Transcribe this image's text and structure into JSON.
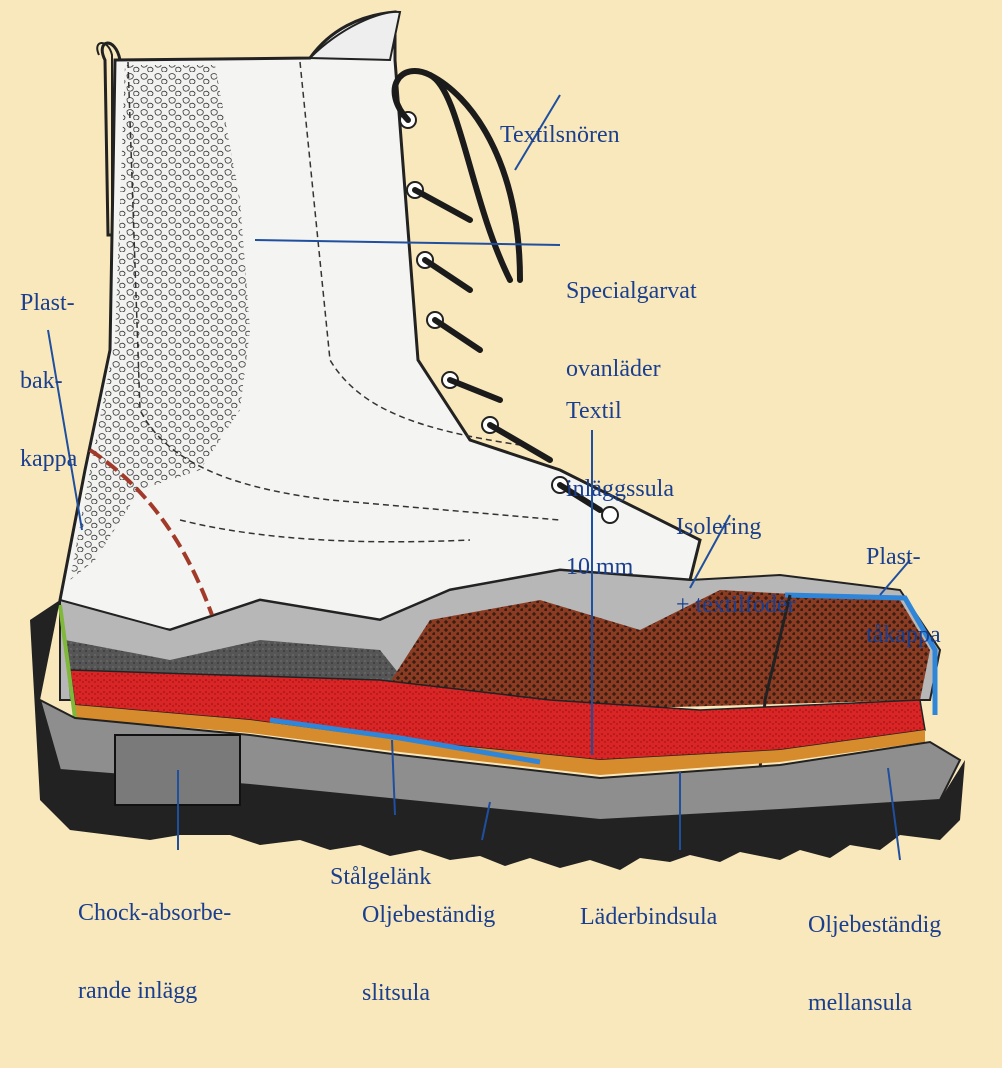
{
  "labels": {
    "textilsnoren": [
      "Textilsnören"
    ],
    "ovanlader": [
      "Specialgarvat",
      "ovanläder"
    ],
    "bakkappa": [
      "Plast-",
      "bak-",
      "kappa"
    ],
    "inlaggssula": [
      "Textil",
      "inläggssula",
      "10 mm"
    ],
    "isolering": [
      "Isolering",
      "+ textilfoder"
    ],
    "takappa": [
      "Plast-",
      "tåkappa"
    ],
    "stalgelank": [
      "Stålgelänk"
    ],
    "chock": [
      "Chock-absorbe-",
      "rande inlägg"
    ],
    "slitsula": [
      "Oljebeständig",
      "slitsula"
    ],
    "laderbindsula": [
      "Läderbindsula"
    ],
    "mellansula": [
      "Oljebeständig",
      "mellansula"
    ]
  },
  "colors": {
    "background": "#f9e8bc",
    "label_text": "#1a3f8f",
    "leader_line": "#1f4f9f",
    "upper_leather": "#f4f4f2",
    "sole": "#222222",
    "midsole_grey": "#8e8e8e",
    "insulation": "#b7b7b7",
    "lining": "#8a3b22",
    "insole_red": "#d92525",
    "leather_insole": "#d68b2c",
    "steel_shank": "#2f86d8",
    "toe_cap": "#2f86d8",
    "heel_counter": "#a23a2a",
    "laces": "#1b1b1b",
    "shock_pad": "#7a7a7a"
  }
}
